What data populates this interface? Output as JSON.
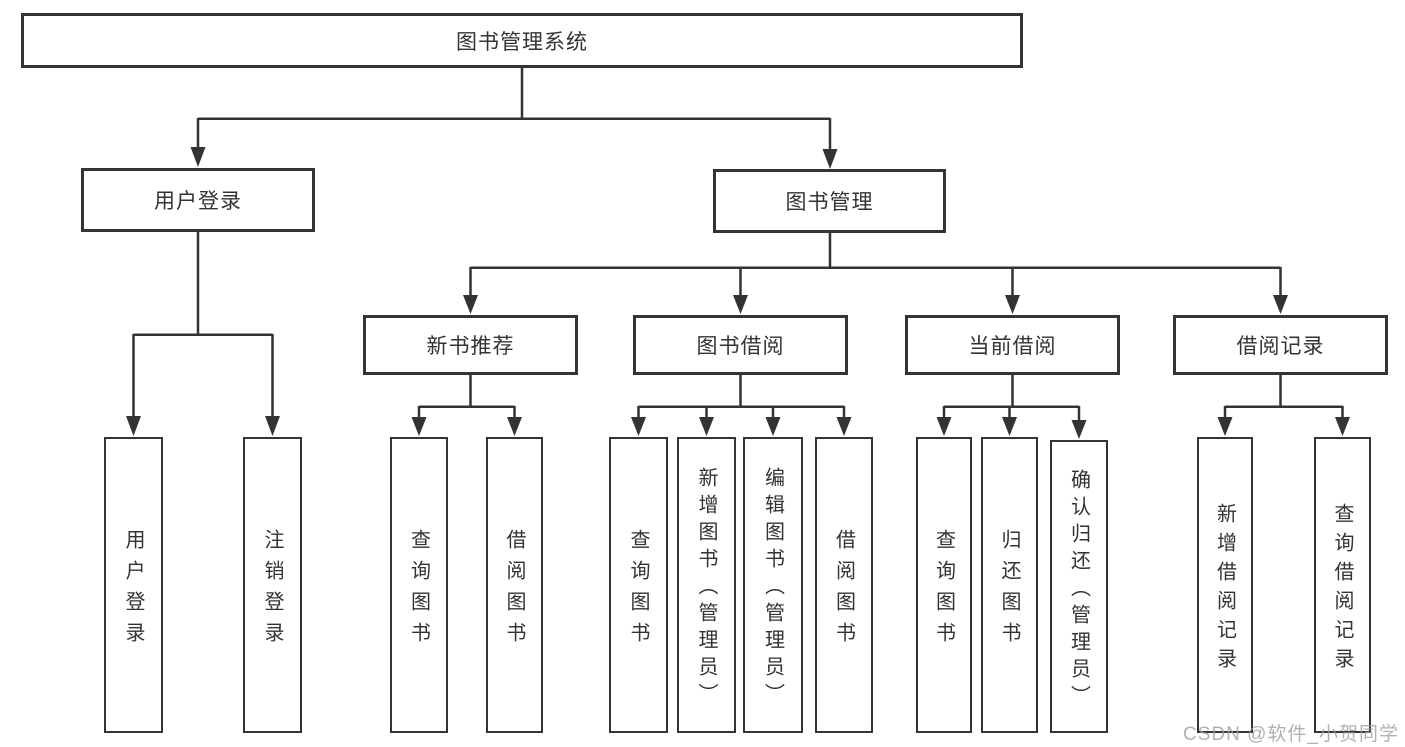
{
  "diagram": {
    "root": {
      "label": "图书管理系统"
    },
    "level2": [
      {
        "label": "用户登录"
      },
      {
        "label": "图书管理"
      }
    ],
    "level3": [
      {
        "label": "新书推荐"
      },
      {
        "label": "图书借阅"
      },
      {
        "label": "当前借阅"
      },
      {
        "label": "借阅记录"
      }
    ],
    "leaves": [
      {
        "label": "用户登录"
      },
      {
        "label": "注销登录"
      },
      {
        "label": "查询图书"
      },
      {
        "label": "借阅图书"
      },
      {
        "label": "查询图书"
      },
      {
        "label": "新增图书（管理员）"
      },
      {
        "label": "编辑图书（管理员）"
      },
      {
        "label": "借阅图书"
      },
      {
        "label": "查询图书"
      },
      {
        "label": "归还图书"
      },
      {
        "label": "确认归还（管理员）"
      },
      {
        "label": "新增借阅记录"
      },
      {
        "label": "查询借阅记录"
      }
    ]
  },
  "watermark": "CSDN @软件_小贺同学",
  "colors": {
    "line": "#333333",
    "box_border": "#343434",
    "text": "#333333",
    "background": "#ffffff",
    "watermark": "#9e9e9e"
  }
}
